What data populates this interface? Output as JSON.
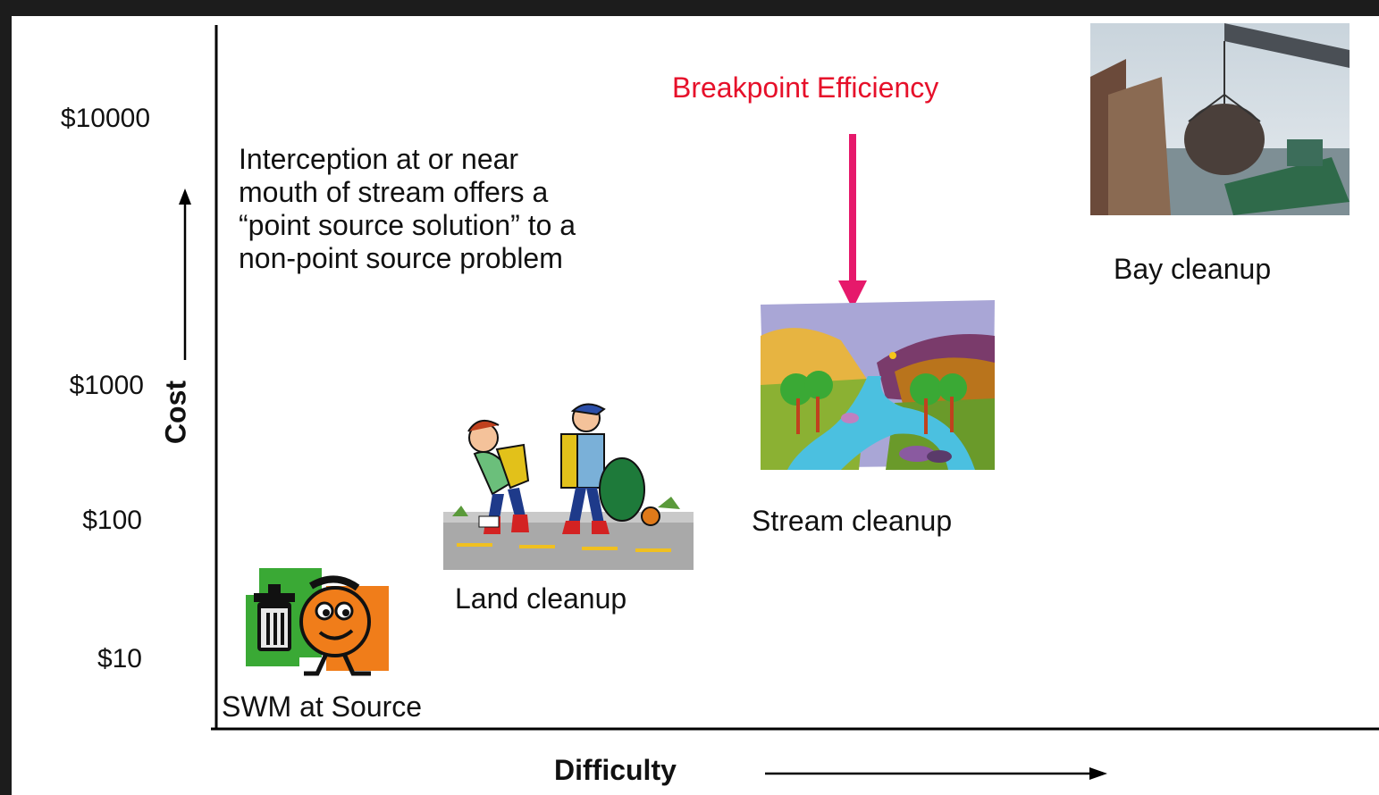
{
  "y_axis": {
    "title": "Cost",
    "ticks": [
      "$10000",
      "$1000",
      "$100",
      "$10"
    ]
  },
  "x_axis": {
    "title": "Difficulty"
  },
  "note": {
    "lines": [
      "Interception at or near",
      "mouth of stream offers a",
      "“point source solution” to a",
      "non-point source problem"
    ]
  },
  "breakpoint": {
    "label": "Breakpoint  Efficiency",
    "color": "#e6102a"
  },
  "items": {
    "swm": {
      "label": "SWM at Source",
      "icon": "trash-can-mascot-icon"
    },
    "land": {
      "label": "Land cleanup",
      "icon": "people-picking-litter-illustration"
    },
    "stream": {
      "label": "Stream cleanup",
      "icon": "stream-landscape-illustration"
    },
    "bay": {
      "label": "Bay cleanup",
      "icon": "crane-lifting-net-photo"
    }
  }
}
